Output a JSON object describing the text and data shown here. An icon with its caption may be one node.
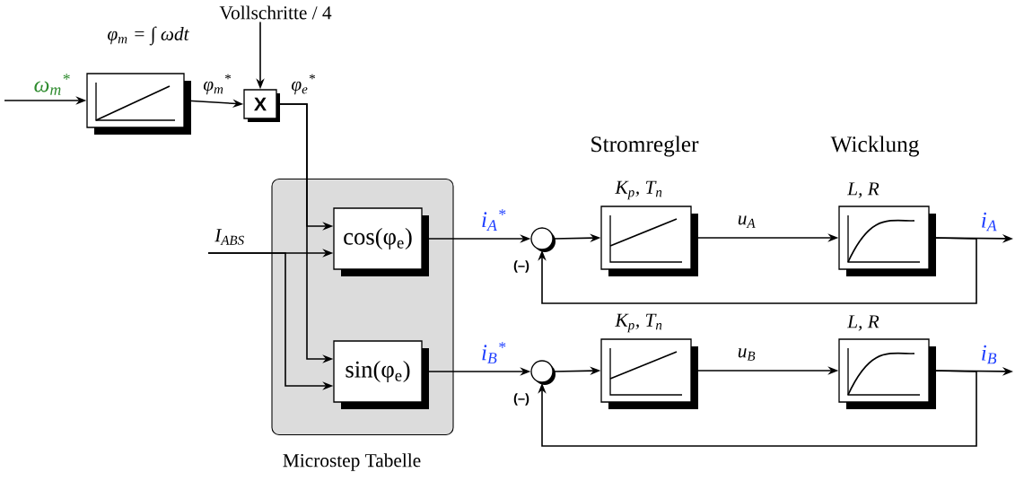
{
  "diagram": {
    "nodes": [
      {
        "text": [
          "φ$_{m}$ = ∫ ωdt"
        ]
      },
      {
        "text": [
          "Vollschritte / 4"
        ]
      },
      {
        "text": [
          "X"
        ]
      },
      {
        "text": [
          "Microstep Tabelle"
        ]
      },
      {
        "text": [
          "cos(φ$_{e}$)"
        ],
        "in": 3
      },
      {
        "text": [
          "sin(φ$_{e}$)"
        ],
        "in": 3
      },
      {
        "text": [],
        "shape": "circle"
      },
      {
        "text": [
          "K$_{p}$, T$_{n}$"
        ]
      },
      {
        "text": [
          "L, R"
        ]
      },
      {
        "text": [],
        "shape": "circle"
      },
      {
        "text": [
          "K$_{p}$, T$_{n}$"
        ]
      },
      {
        "text": [
          "L, R"
        ]
      }
    ],
    "edges": [
      {
        "from": null,
        "to": 0,
        "arrow": "to",
        "label": "ω$_{m}$$^{*}$"
      },
      {
        "from": 0,
        "to": 2,
        "arrow": "to",
        "label": "φ$_{m}$$^{*}$"
      },
      {
        "from": 1,
        "to": 2,
        "arrow": "to"
      },
      {
        "from": 2,
        "to": 4,
        "arrow": "to",
        "label": "φ$_{e}$$^{*}$"
      },
      {
        "from": 2,
        "to": 5,
        "arrow": "to"
      },
      {
        "from": null,
        "to": 4,
        "arrow": "to",
        "label": "I$_{ABS}$"
      },
      {
        "from": null,
        "to": 5,
        "arrow": "to"
      },
      {
        "from": 4,
        "to": 6,
        "arrow": "to",
        "label": "i$_{A}$$^{*}$"
      },
      {
        "from": 6,
        "to": 7,
        "arrow": "to"
      },
      {
        "from": 7,
        "to": 8,
        "arrow": "to",
        "label": "u$_{A}$"
      },
      {
        "from": 8,
        "to": null,
        "arrow": "to",
        "label": "i$_{A}$"
      },
      {
        "from": 8,
        "to": 6,
        "arrow": "to",
        "label": "(–)"
      },
      {
        "from": 5,
        "to": 9,
        "arrow": "to",
        "label": "i$_{B}$$^{*}$"
      },
      {
        "from": 9,
        "to": 10,
        "arrow": "to"
      },
      {
        "from": 10,
        "to": 11,
        "arrow": "to",
        "label": "u$_{B}$"
      },
      {
        "from": 11,
        "to": null,
        "arrow": "to",
        "label": "i$_{B}$"
      },
      {
        "from": 11,
        "to": 9,
        "arrow": "to",
        "label": "(–)"
      }
    ],
    "labels": [
      "Stromregler",
      "Wicklung"
    ]
  }
}
